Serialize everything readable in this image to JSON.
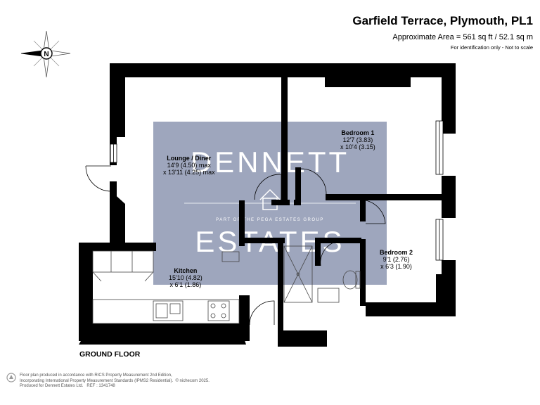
{
  "header": {
    "title": "Garfield Terrace, Plymouth, PL1",
    "area": "Approximate Area = 561 sq ft / 52.1 sq m",
    "note": "For identification only - Not to scale"
  },
  "compass": {
    "label": "N",
    "icon": "compass-rose-icon"
  },
  "watermark": {
    "line1": "DENNETT",
    "line2": "ESTATES",
    "tagline": "PART OF THE PEGA ESTATES GROUP",
    "logo_icon": "house-outline-icon"
  },
  "rooms": [
    {
      "name": "Lounge / Diner",
      "dim1": "14'9 (4.50) max",
      "dim2": "x 13'11 (4.25) max"
    },
    {
      "name": "Bedroom 1",
      "dim1": "12'7 (3.83)",
      "dim2": "x 10'4 (3.15)"
    },
    {
      "name": "Bedroom 2",
      "dim1": "9'1 (2.76)",
      "dim2": "x 6'3 (1.90)"
    },
    {
      "name": "Kitchen",
      "dim1": "15'10 (4.82)",
      "dim2": "x 6'1 (1.86)"
    }
  ],
  "floor_label": "GROUND FLOOR",
  "footer": {
    "line1": "Floor plan produced in accordance with RICS Property Measurement 2nd Edition,",
    "line2": "Incorporating International Property Measurement Standards (IPMS2 Residential).",
    "copyright": "© nichecom 2025.",
    "line3": "Produced for Dennett Estates Ltd.",
    "ref": "REF : 1341748",
    "icon": "nichecom-logo-icon"
  },
  "colors": {
    "wall": "#000000",
    "watermark_bg": "#9ea6bd",
    "watermark_text": "#ffffff",
    "fixture": "#444444"
  }
}
